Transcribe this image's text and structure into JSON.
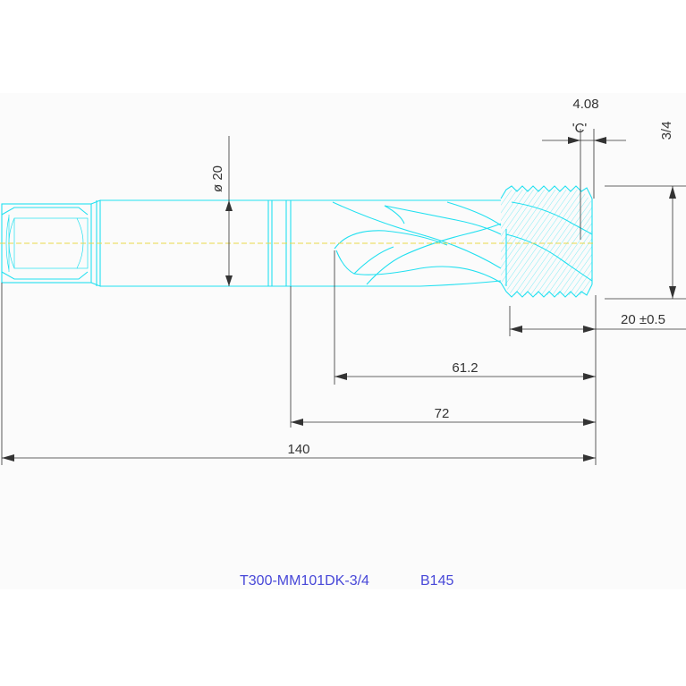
{
  "drawing": {
    "part_number": "T300-MM101DK-3/4",
    "drawing_code": "B145",
    "dimensions": {
      "shank_diameter": "ø 20",
      "overall_length": "140",
      "neck_length": "72",
      "flute_length": "61.2",
      "thread_length": "20  ±0.5",
      "thread_size": "3/4",
      "chamfer_length": "4.08",
      "chamfer_label": "'C'"
    },
    "colors": {
      "outline": "#22e0f0",
      "dimension": "#333333",
      "centerline": "#e8d84a",
      "title": "#4848d8"
    }
  }
}
